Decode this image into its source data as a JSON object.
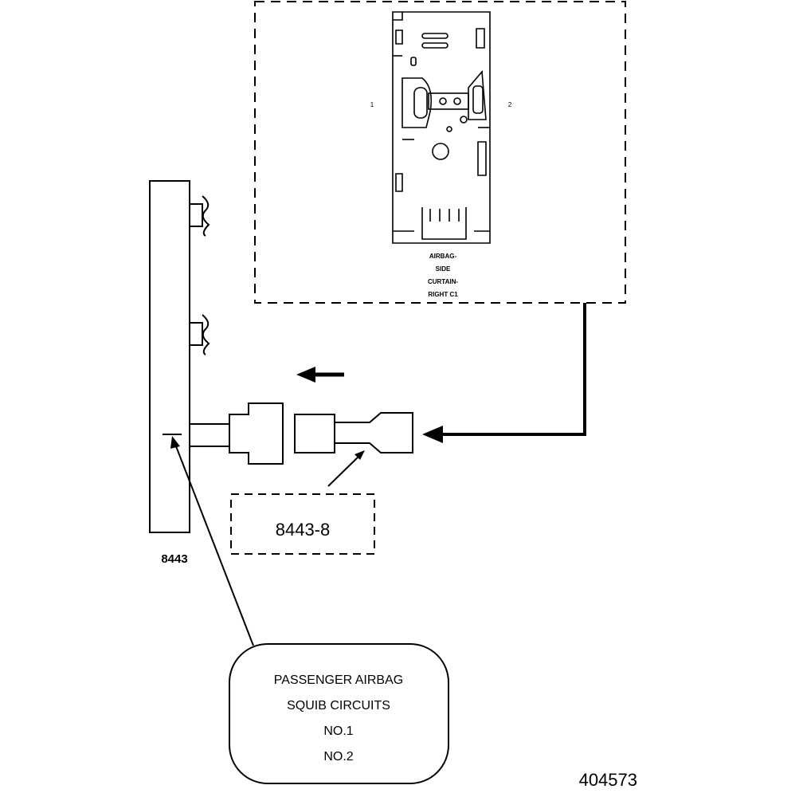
{
  "connector_view": {
    "pin_left": "1",
    "pin_right": "2",
    "caption_lines": [
      "AIRBAG-",
      "SIDE",
      "CURTAIN-",
      "RIGHT C1"
    ]
  },
  "tester_label": "8443",
  "adapter_label": "8443-8",
  "callout_lines": [
    "PASSENGER AIRBAG",
    "SQUIB CIRCUITS",
    "NO.1",
    "NO.2"
  ],
  "figure_number": "404573"
}
